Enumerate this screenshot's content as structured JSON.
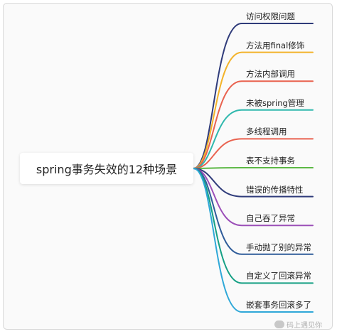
{
  "mindmap": {
    "root": "spring事务失效的12种场景",
    "branches": [
      {
        "label": "访问权限问题",
        "color": "#2f3b7a"
      },
      {
        "label": "方法用final修饰",
        "color": "#f3b32a"
      },
      {
        "label": "方法内部调用",
        "color": "#e9624f"
      },
      {
        "label": "未被spring管理",
        "color": "#2fb8ad"
      },
      {
        "label": "多线程调用",
        "color": "#e9624f"
      },
      {
        "label": "表不支持事务",
        "color": "#5cb845"
      },
      {
        "label": "错误的传播特性",
        "color": "#2f3b7a"
      },
      {
        "label": "自己吞了异常",
        "color": "#9b4fb8"
      },
      {
        "label": "手动抛了别的异常",
        "color": "#2f5c9a"
      },
      {
        "label": "自定义了回滚异常",
        "color": "#16a085"
      },
      {
        "label": "嵌套事务回滚多了",
        "color": "#2fa8d8"
      }
    ]
  },
  "watermark": {
    "text": "码上遇见你",
    "icon": "wechat-icon"
  }
}
